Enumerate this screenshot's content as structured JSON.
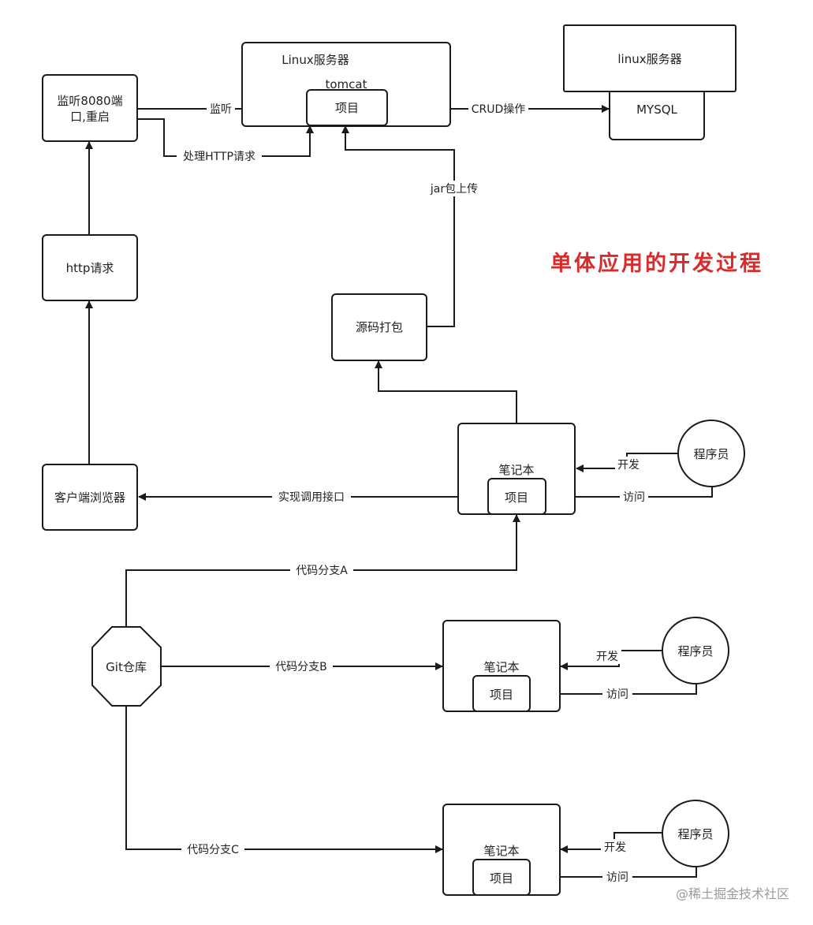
{
  "title": "单体应用的开发过程",
  "watermark": "@稀土掘金技术社区",
  "colors": {
    "stroke": "#1a1a1a",
    "title": "#d92b2b",
    "watermark": "#9a9a9a"
  },
  "nodes": {
    "linux_server_1": "Linux服务器",
    "tomcat": "tomcat",
    "server_project": "项目",
    "linux_server_2": "linux服务器",
    "mysql": "MYSQL",
    "listen": [
      "监听8080端",
      "口,重启"
    ],
    "http_request": "http请求",
    "client_browser": "客户端浏览器",
    "source_package": "源码打包",
    "laptop_a": "笔记本",
    "laptop_a_project": "项目",
    "laptop_b": "笔记本",
    "laptop_b_project": "项目",
    "laptop_c": "笔记本",
    "laptop_c_project": "项目",
    "programmer_a": "程序员",
    "programmer_b": "程序员",
    "programmer_c": "程序员",
    "git_repo": "Git仓库"
  },
  "edges": {
    "listen_label": "监听",
    "handle_http": "处理HTTP请求",
    "crud": "CRUD操作",
    "jar_upload": "jar包上传",
    "implement_api": "实现调用接口",
    "develop_a": "开发",
    "visit_a": "访问",
    "develop_b": "开发",
    "visit_b": "访问",
    "develop_c": "开发",
    "visit_c": "访问",
    "branch_a": "代码分支A",
    "branch_b": "代码分支B",
    "branch_c": "代码分支C"
  }
}
